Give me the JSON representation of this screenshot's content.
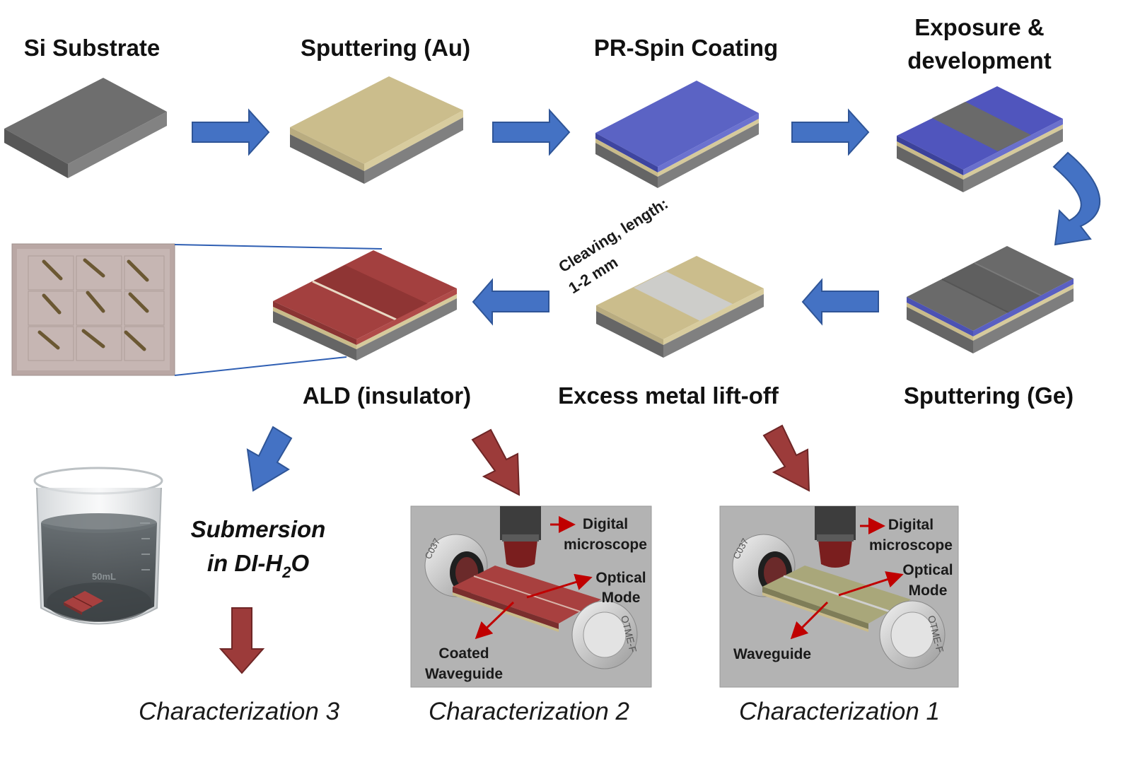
{
  "colors": {
    "si": "#6e6e6e",
    "gold": "#cfc08e",
    "photoresist": "#5b63c4",
    "germanium": "#6d6d6d",
    "insulator": "#a8403f",
    "blue_arrow": "#4472c4",
    "red_arrow": "#9c3b3a",
    "panel_bg": "#b5b5b5"
  },
  "steps": {
    "si_substrate": "Si Substrate",
    "sputtering_au": "Sputtering (Au)",
    "pr_spin": "PR-Spin Coating",
    "exposure_line1": "Exposure &",
    "exposure_line2": "development",
    "sputtering_ge": "Sputtering (Ge)",
    "liftoff": "Excess metal lift-off",
    "ald": "ALD (insulator)"
  },
  "cleaving": {
    "line1": "Cleaving, length:",
    "line2": "1-2 mm"
  },
  "submersion": {
    "line1": "Submersion",
    "line2_prefix": "in DI-H",
    "line2_sub": "2",
    "line2_suffix": "O",
    "beaker_mark": "50mL"
  },
  "panel2": {
    "digital_line1": "Digital",
    "digital_line2": "microscope",
    "optical_line1": "Optical",
    "optical_line2": "Mode",
    "waveguide_line1": "Coated",
    "waveguide_line2": "Waveguide",
    "holder_left": "C037",
    "holder_right": "OTME-F"
  },
  "panel1": {
    "digital_line1": "Digital",
    "digital_line2": "microscope",
    "optical_line1": "Optical",
    "optical_line2": "Mode",
    "waveguide": "Waveguide",
    "holder_left": "C037",
    "holder_right": "OTME-F"
  },
  "characterization": {
    "c3": "Characterization 3",
    "c2": "Characterization 2",
    "c1": "Characterization 1"
  }
}
